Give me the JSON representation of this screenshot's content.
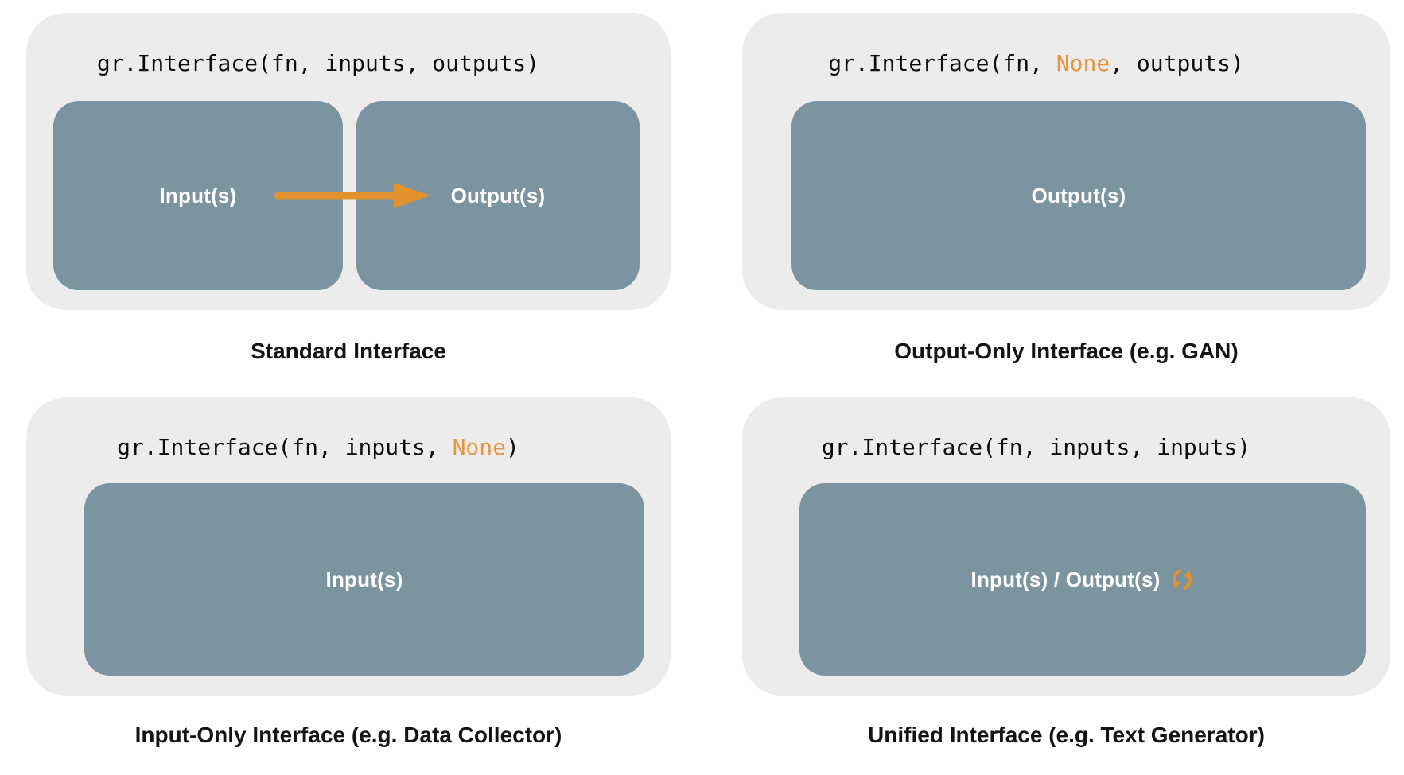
{
  "colors": {
    "background": "#ffffff",
    "panel_background": "#ececec",
    "box_fill": "#7b94a0",
    "accent_orange": "#e9953f",
    "code_text": "#0d0d0d",
    "caption_text": "#141414",
    "box_label_text": "#ffffff"
  },
  "panels": {
    "standard": {
      "code_prefix": "gr.Interface(fn, inputs, outputs)",
      "code_highlight": "",
      "code_suffix": "",
      "input_label": "Input(s)",
      "output_label": "Output(s)",
      "caption": "Standard Interface"
    },
    "output_only": {
      "code_prefix": "gr.Interface(fn, ",
      "code_highlight": "None",
      "code_suffix": ", outputs)",
      "box_label": "Output(s)",
      "caption": "Output-Only Interface (e.g. GAN)"
    },
    "input_only": {
      "code_prefix": "gr.Interface(fn, inputs, ",
      "code_highlight": "None",
      "code_suffix": ")",
      "box_label": "Input(s)",
      "caption": "Input-Only Interface (e.g. Data Collector)"
    },
    "unified": {
      "code_prefix": "gr.Interface(fn, inputs, inputs)",
      "code_highlight": "",
      "code_suffix": "",
      "box_label": "Input(s) / Output(s)",
      "caption": "Unified Interface (e.g. Text Generator)"
    }
  },
  "icons": {
    "flow_arrow": "right-arrow-icon",
    "loop": "sync-loop-icon"
  }
}
